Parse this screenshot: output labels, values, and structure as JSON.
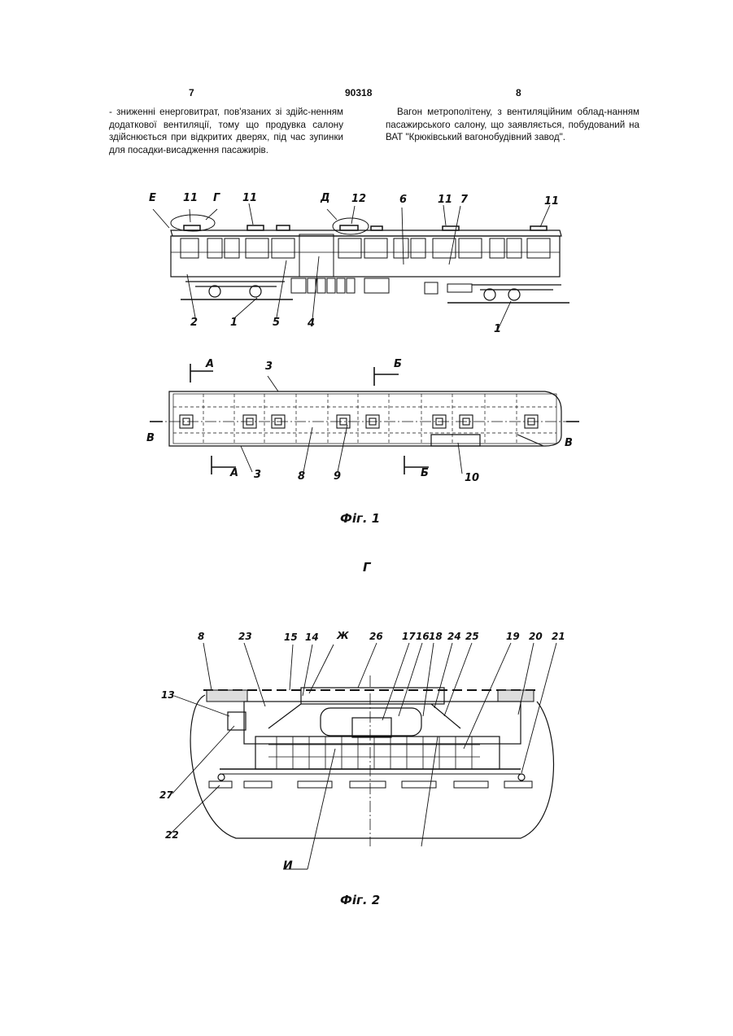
{
  "header": {
    "page_left": "7",
    "patent_number": "90318",
    "page_right": "8"
  },
  "left_column": "- зниженні енерговитрат, пов'язаних зі здійс-ненням додаткової вентиляції, тому що продувка салону здійснюється при відкритих дверях, під час зупинки для посадки-висадження пасажирів.",
  "right_column": "Вагон метрополітену, з вентиляційним облад-нанням пасажирського салону, що заявляється, побудований на ВАТ \"Крюківський вагонобудівний завод\".",
  "fig1": {
    "caption": "Фіг. 1",
    "side_labels": [
      "Е",
      "11",
      "Г",
      "11",
      "Д",
      "12",
      "6",
      "11",
      "7",
      "11",
      "2",
      "1",
      "5",
      "4",
      "1"
    ],
    "plan_labels": [
      "А",
      "3",
      "Б",
      "В",
      "В",
      "А",
      "3",
      "8",
      "9",
      "Б",
      "10"
    ]
  },
  "fig2": {
    "title": "Г",
    "caption": "Фіг. 2",
    "labels": [
      "8",
      "23",
      "15",
      "14",
      "Ж",
      "26",
      "17",
      "16",
      "18",
      "24",
      "25",
      "19",
      "20",
      "21",
      "13",
      "27",
      "22",
      "И"
    ]
  }
}
